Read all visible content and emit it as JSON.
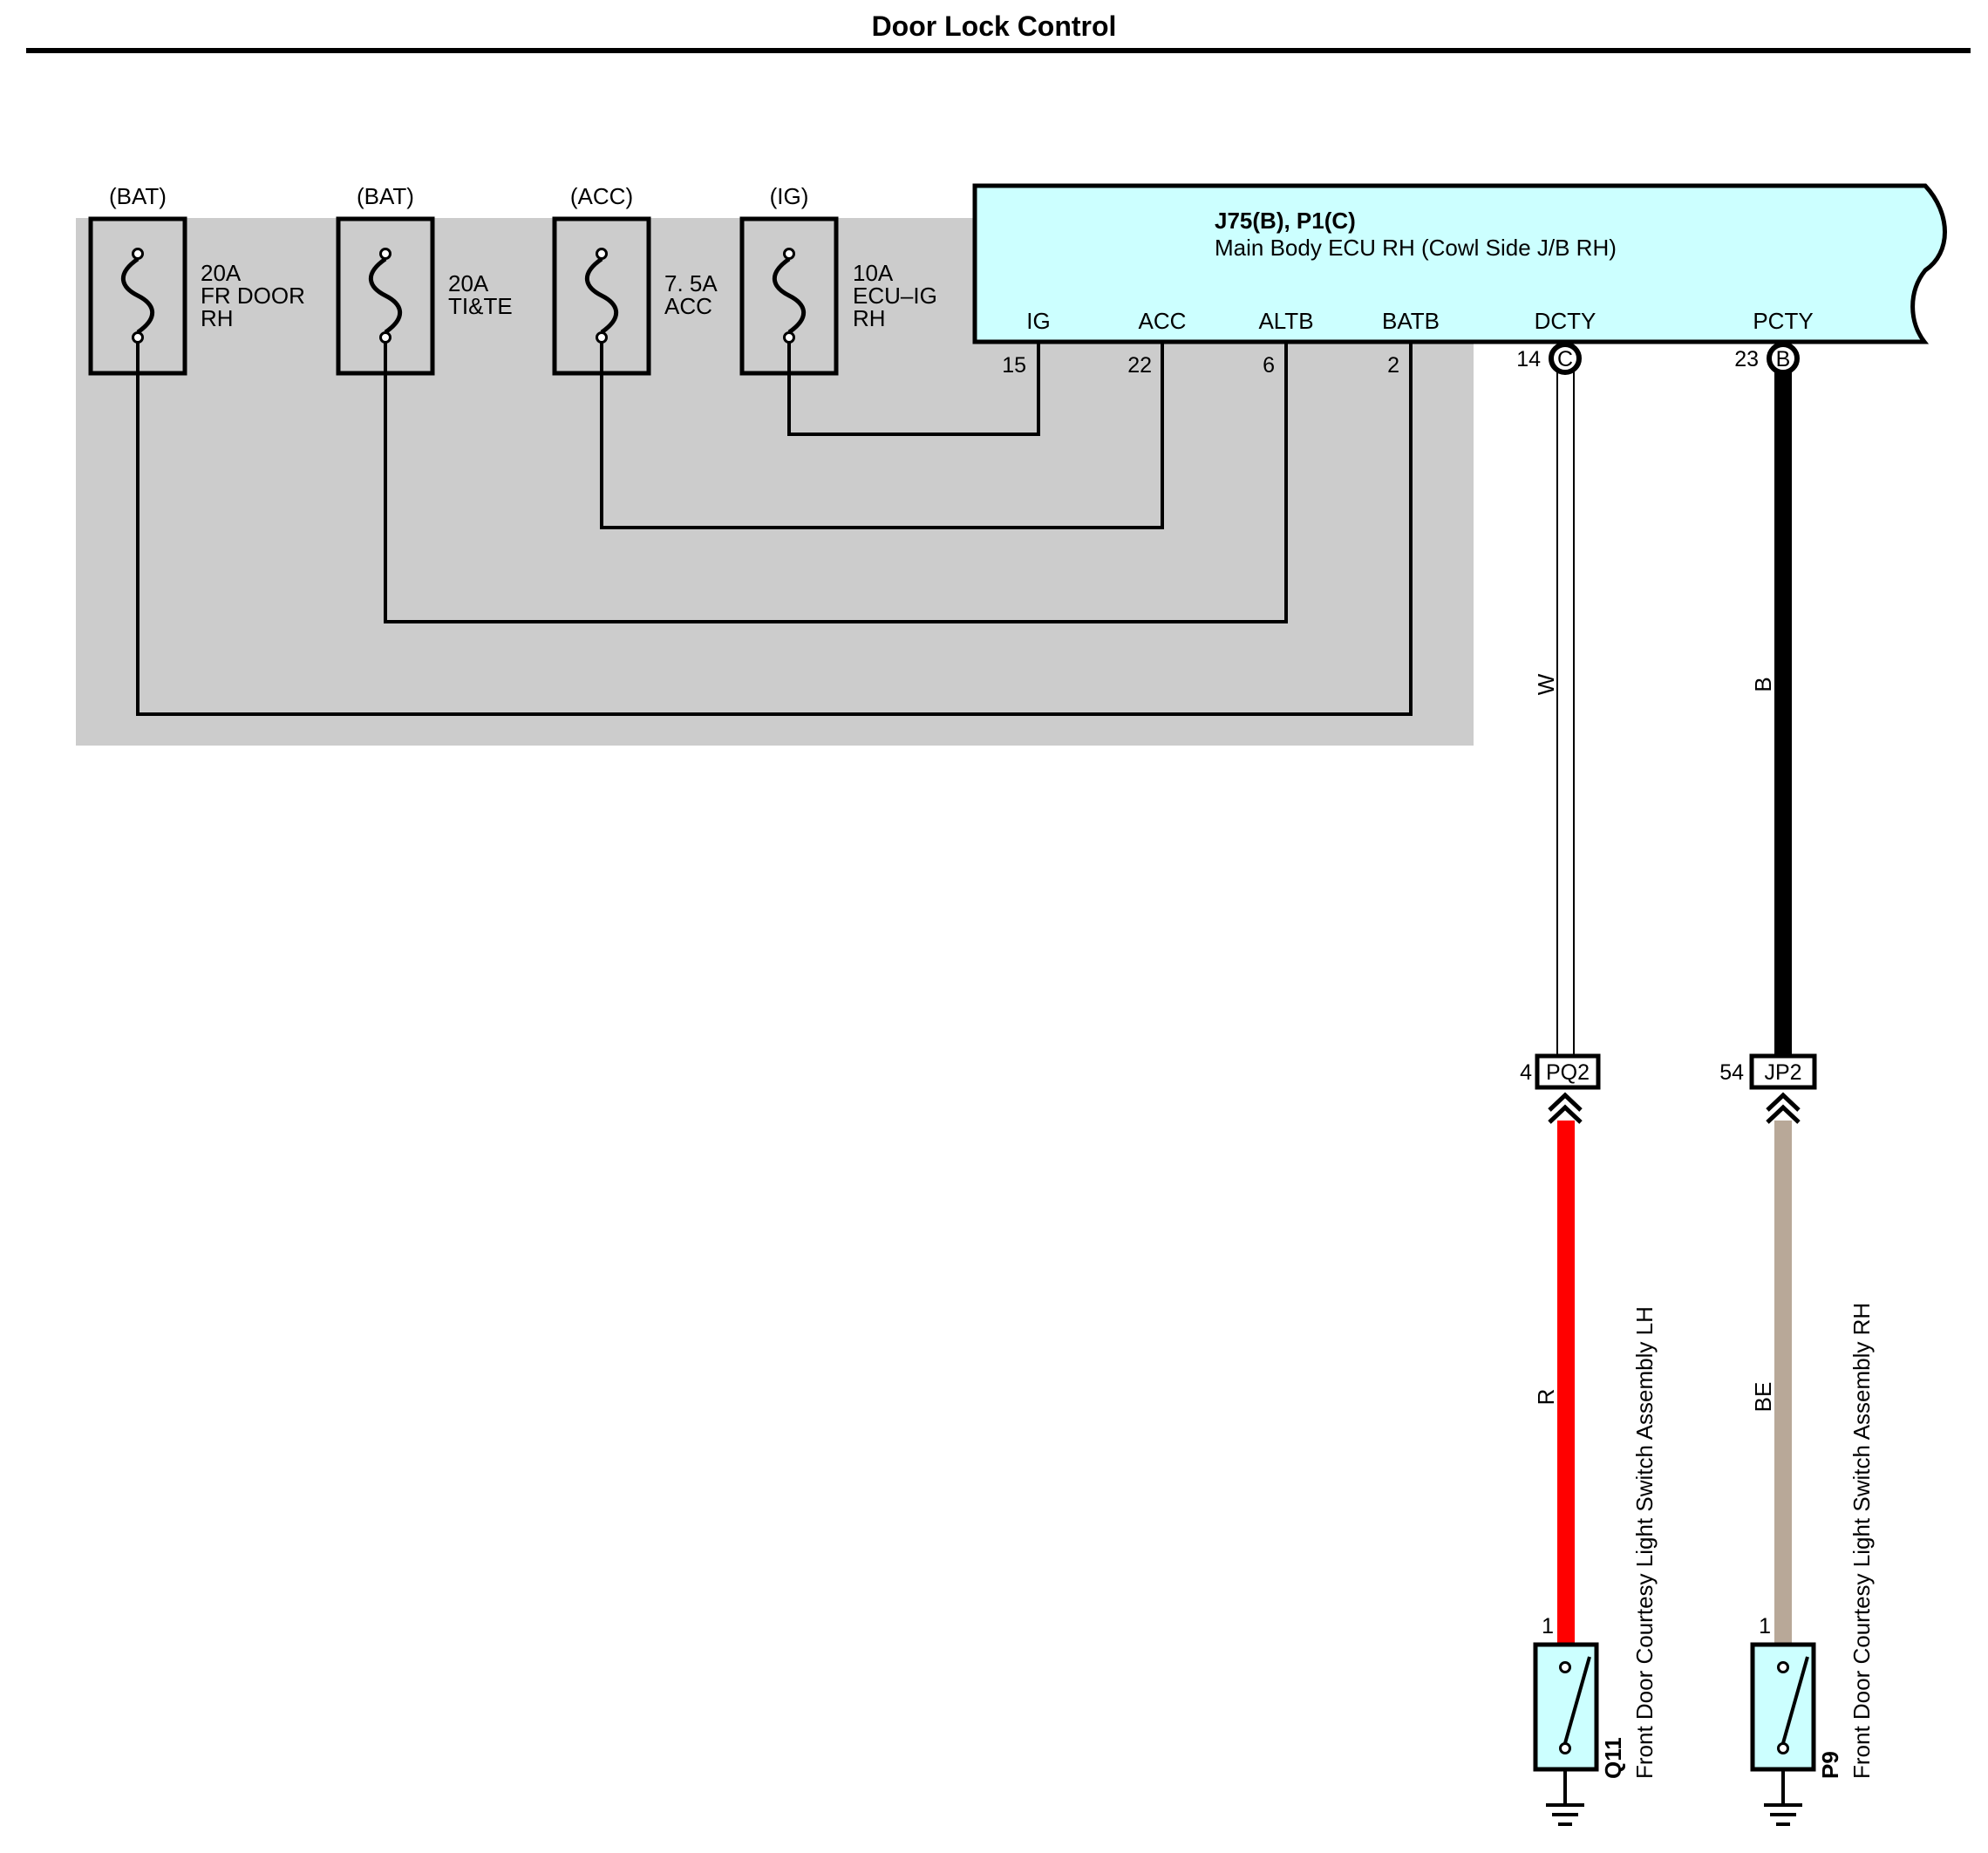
{
  "title": "Door Lock Control",
  "fuses": [
    {
      "source": "(BAT)",
      "rating": "20A",
      "name_line1": "FR DOOR",
      "name_line2": "RH"
    },
    {
      "source": "(BAT)",
      "rating": "20A",
      "name_line1": "TI&TE",
      "name_line2": ""
    },
    {
      "source": "(ACC)",
      "rating": "7. 5A",
      "name_line1": "ACC",
      "name_line2": ""
    },
    {
      "source": "(IG)",
      "rating": "10A",
      "name_line1": "ECU–IG",
      "name_line2": "RH"
    }
  ],
  "ecu": {
    "id": "J75(B), P1(C)",
    "name": "Main Body ECU RH (Cowl Side J/B RH)",
    "terminals": [
      {
        "label": "IG",
        "pin": "15"
      },
      {
        "label": "ACC",
        "pin": "22"
      },
      {
        "label": "ALTB",
        "pin": "6"
      },
      {
        "label": "BATB",
        "pin": "2"
      },
      {
        "label": "DCTY",
        "pin": "14",
        "connector": "C"
      },
      {
        "label": "PCTY",
        "pin": "23",
        "connector": "B"
      }
    ]
  },
  "wires": {
    "dcty_upper_color": "W",
    "pcty_upper_color": "B",
    "dcty_lower_color": "R",
    "pcty_lower_color": "BE"
  },
  "connectors": [
    {
      "name": "PQ2",
      "pin": "4"
    },
    {
      "name": "JP2",
      "pin": "54"
    }
  ],
  "switches": [
    {
      "id": "Q11",
      "name": "Front Door Courtesy Light Switch Assembly LH",
      "pin": "1"
    },
    {
      "id": "P9",
      "name": "Front Door Courtesy Light Switch Assembly RH",
      "pin": "1"
    }
  ],
  "colors": {
    "relay_block": "#cccccc",
    "ecu_fill": "#ccffff",
    "switch_fill": "#ccffff",
    "wire_red": "#ff0000",
    "wire_beige": "#b8a898",
    "wire_black": "#000000"
  }
}
